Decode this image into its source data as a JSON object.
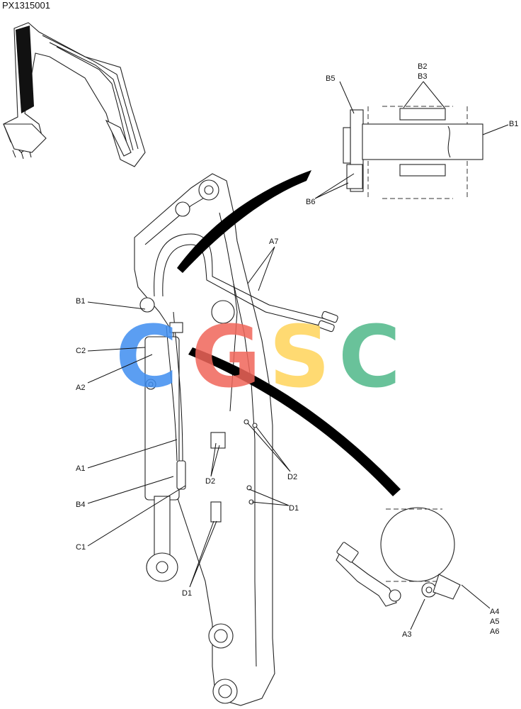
{
  "drawing_ref": "PX1315001",
  "labels": {
    "b1_top": "B1",
    "b2": "B2",
    "b3": "B3",
    "b5": "B5",
    "b6": "B6",
    "a7": "A7",
    "b1_left": "B1",
    "c2": "C2",
    "a2": "A2",
    "a1": "A1",
    "b4": "B4",
    "c1": "C1",
    "d1_left": "D1",
    "d2_left": "D2",
    "d2_right": "D2",
    "d1_right": "D1",
    "a3": "A3",
    "a4": "A4",
    "a5": "A5",
    "a6": "A6"
  },
  "watermark": {
    "letters": [
      "C",
      "G",
      "S",
      "C"
    ],
    "colors": [
      "#3f8ef0",
      "#f0665a",
      "#ffd45a",
      "#4fb889"
    ]
  }
}
